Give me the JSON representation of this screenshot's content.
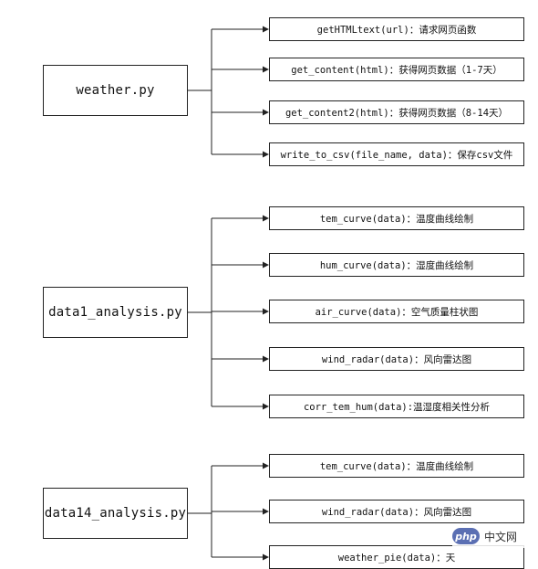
{
  "groups": [
    {
      "main": "weather.py",
      "subs": [
        "getHTMLtext(url)：请求网页函数",
        "get_content(html)：获得网页数据（1-7天）",
        "get_content2(html)：获得网页数据（8-14天）",
        "write_to_csv(file_name, data)：保存csv文件"
      ]
    },
    {
      "main": "data1_analysis.py",
      "subs": [
        "tem_curve(data)：温度曲线绘制",
        "hum_curve(data)：湿度曲线绘制",
        "air_curve(data)：空气质量柱状图",
        "wind_radar(data)：风向雷达图",
        "corr_tem_hum(data):温湿度相关性分析"
      ]
    },
    {
      "main": "data14_analysis.py",
      "subs": [
        "tem_curve(data)：温度曲线绘制",
        "wind_radar(data)：风向雷达图",
        "weather_pie(data)：天"
      ]
    }
  ],
  "watermark": {
    "logo": "php",
    "text": "中文网"
  }
}
